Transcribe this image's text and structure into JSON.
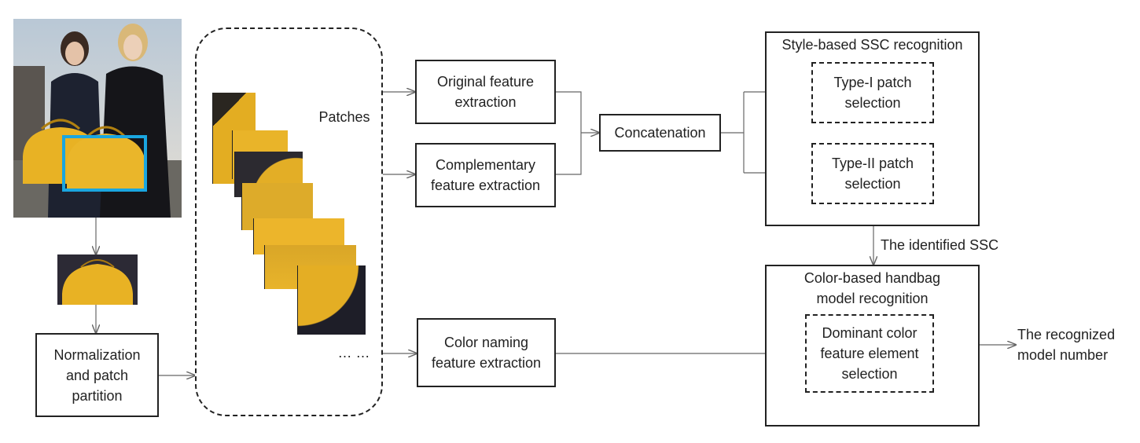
{
  "boxes": {
    "original": "Original feature\nextraction",
    "complementary": "Complementary\nfeature extraction",
    "concatenation": "Concatenation",
    "color_naming": "Color naming\nfeature extraction",
    "normalization": "Normalization\nand patch\npartition",
    "type1": "Type-I patch\nselection",
    "type2": "Type-II patch\nselection",
    "dominant": "Dominant color\nfeature element\nselection"
  },
  "labels": {
    "patches": "Patches",
    "ellipsis": "… …",
    "style_title": "Style-based SSC recognition",
    "color_title": "Color-based handbag\nmodel recognition",
    "identified": "The identified SSC",
    "recognized": "The recognized\nmodel number"
  },
  "colors": {
    "accent_box": "#1aa6e0",
    "bag": "#e8b224",
    "line": "#666666"
  },
  "images": {
    "input_photo": "fashion-photo-two-women-yellow-handbag",
    "crop": "yellow-handbag-crop",
    "patches": "yellow-handbag-patches"
  }
}
